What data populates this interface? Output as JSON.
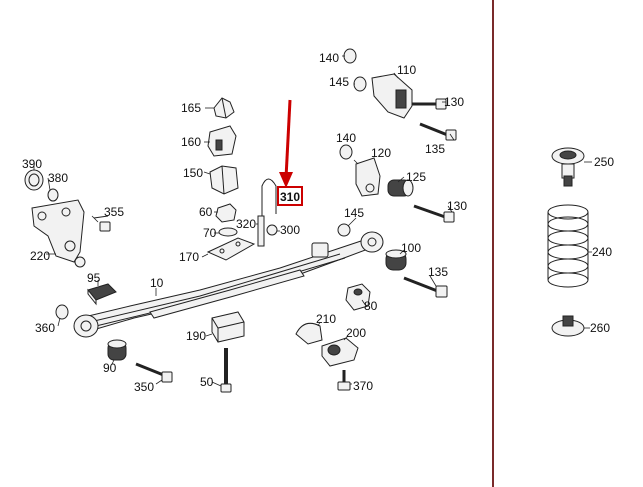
{
  "diagram": {
    "labels": {
      "l10": "10",
      "l50": "50",
      "l60": "60",
      "l70": "70",
      "l80": "80",
      "l90": "90",
      "l95": "95",
      "l100": "100",
      "l110": "110",
      "l120": "120",
      "l125": "125",
      "l130a": "130",
      "l130b": "130",
      "l135a": "135",
      "l135b": "135",
      "l140a": "140",
      "l140b": "140",
      "l145a": "145",
      "l145b": "145",
      "l150": "150",
      "l160": "160",
      "l165": "165",
      "l170": "170",
      "l190": "190",
      "l200": "200",
      "l210": "210",
      "l220": "220",
      "l240": "240",
      "l250": "250",
      "l260": "260",
      "l300": "300",
      "l310": "310",
      "l320": "320",
      "l350": "350",
      "l355": "355",
      "l360": "360",
      "l370": "370",
      "l380": "380",
      "l390": "390"
    },
    "highlight": {
      "label": "310",
      "color": "#cc0000"
    },
    "divider_color": "#7a2a2a"
  }
}
